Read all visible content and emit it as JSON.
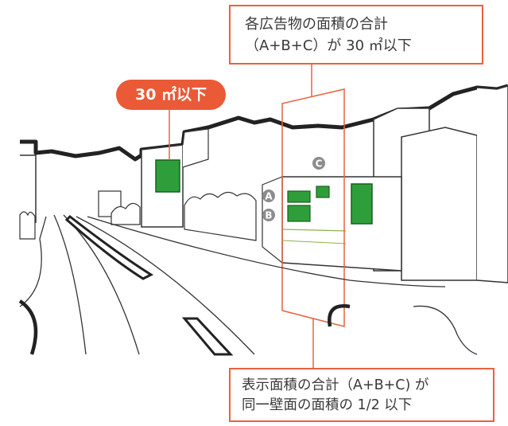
{
  "callout_top": {
    "line1": "各広告物の面積の合計",
    "line2": "（A+B+C）が 30 ㎡以下"
  },
  "pill_label": "30 ㎡以下",
  "callout_bottom": {
    "line1": "表示面積の合計（A+B+C) が",
    "line2": "同一壁面の面積の 1/2 以下"
  },
  "labels": {
    "a": "A",
    "b": "B",
    "c": "C"
  },
  "colors": {
    "accent": "#e8623f",
    "pill": "#ea5a36",
    "sign_green": "#2e9e3a",
    "badge_gray": "#8c8c8c",
    "line": "#333333"
  }
}
